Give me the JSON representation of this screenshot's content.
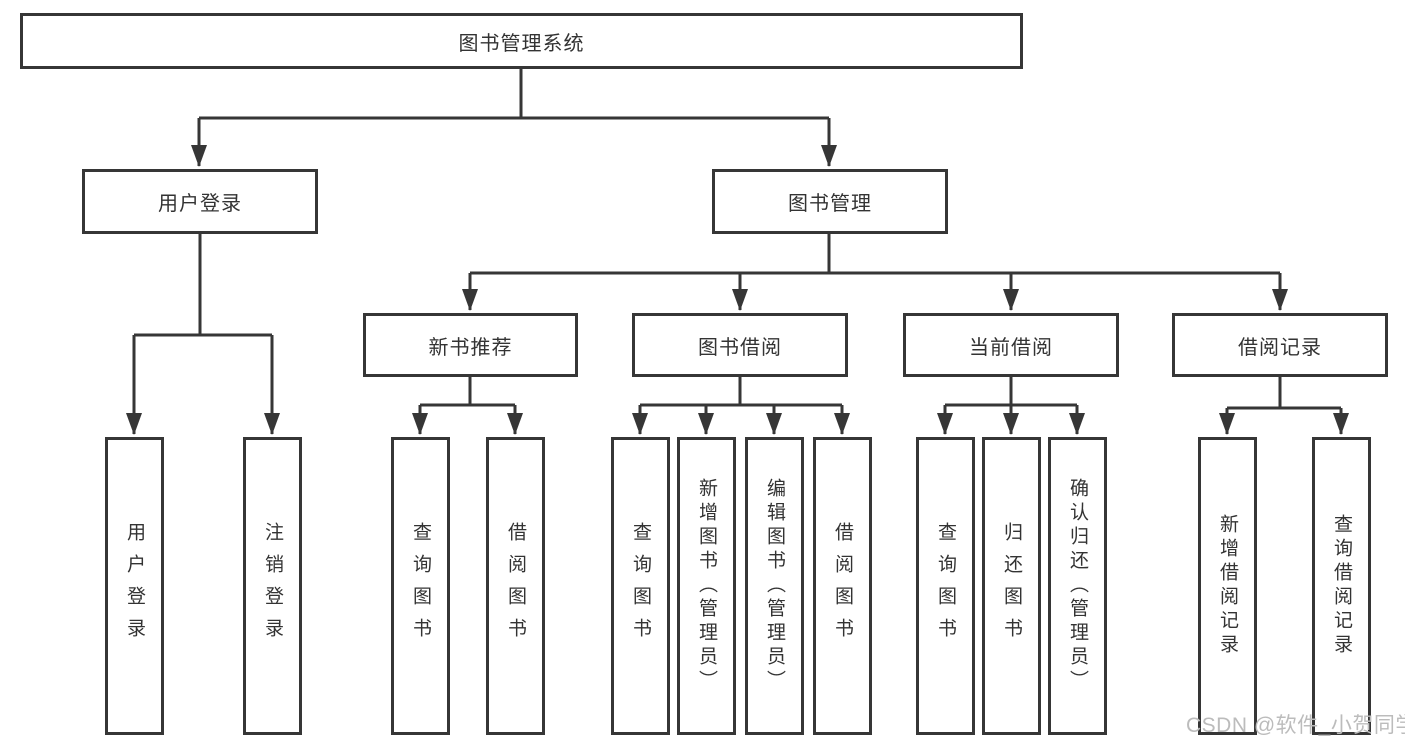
{
  "diagram": {
    "root": {
      "label": "图书管理系统"
    },
    "branches": [
      {
        "label": "用户登录",
        "children": [
          {
            "label": "用户登录"
          },
          {
            "label": "注销登录"
          }
        ]
      },
      {
        "label": "图书管理",
        "children": [
          {
            "label": "新书推荐",
            "children": [
              {
                "label": "查询图书"
              },
              {
                "label": "借阅图书"
              }
            ]
          },
          {
            "label": "图书借阅",
            "children": [
              {
                "label": "查询图书"
              },
              {
                "label": "新增图书（管理员）"
              },
              {
                "label": "编辑图书（管理员）"
              },
              {
                "label": "借阅图书"
              }
            ]
          },
          {
            "label": "当前借阅",
            "children": [
              {
                "label": "查询图书"
              },
              {
                "label": "归还图书"
              },
              {
                "label": "确认归还（管理员）"
              }
            ]
          },
          {
            "label": "借阅记录",
            "children": [
              {
                "label": "新增借阅记录"
              },
              {
                "label": "查询借阅记录"
              }
            ]
          }
        ]
      }
    ]
  },
  "watermark": {
    "text": "CSDN @软件_小贺同学"
  },
  "colors": {
    "line": "#363636",
    "text": "#333333",
    "background": "#ffffff",
    "watermark": "#bcbcbc"
  }
}
